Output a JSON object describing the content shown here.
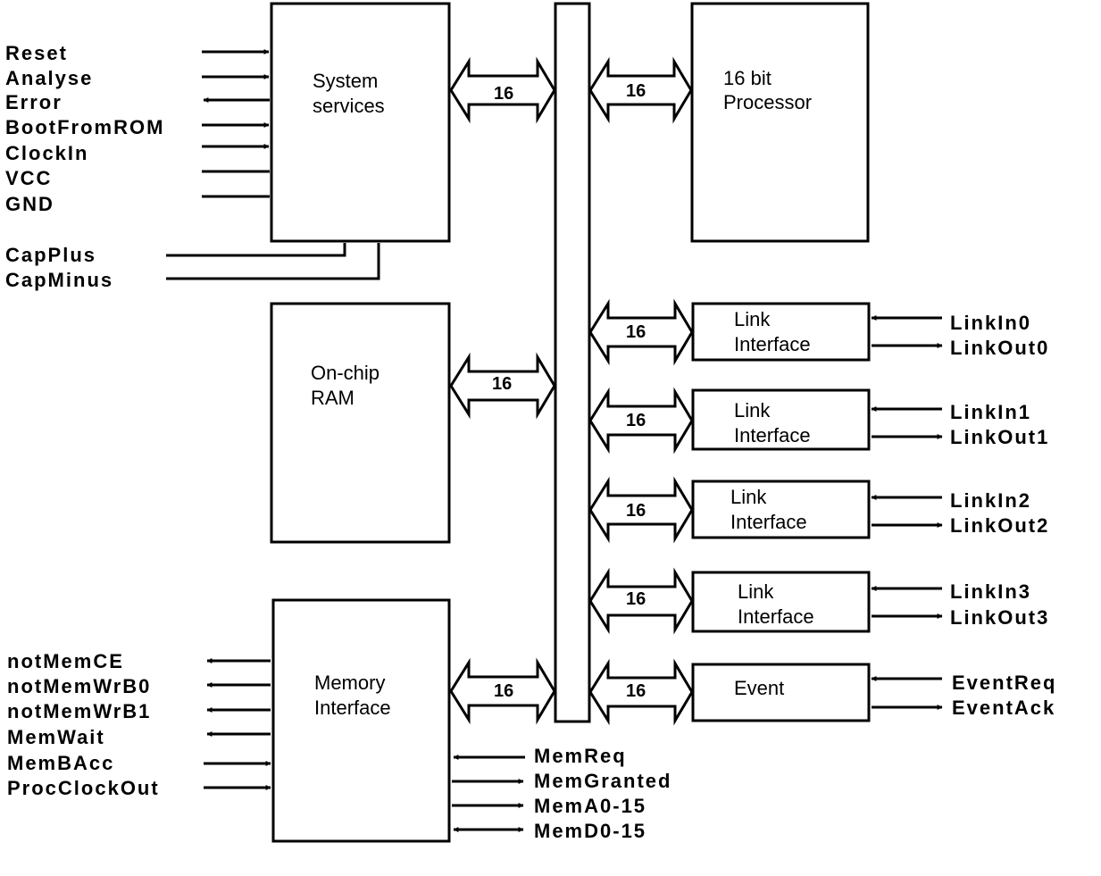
{
  "blocks": {
    "system_services": [
      "System",
      "services"
    ],
    "processor": [
      "16 bit",
      "Processor"
    ],
    "ram": [
      "On-chip",
      "RAM"
    ],
    "memory_interface": [
      "Memory",
      "Interface"
    ],
    "link_interface": [
      "Link",
      "Interface"
    ],
    "event": "Event"
  },
  "bus_width": "16",
  "system_pins": {
    "reset": "Reset",
    "analyse": "Analyse",
    "error": "Error",
    "boot_from_rom": "BootFromROM",
    "clock_in": "ClockIn",
    "vcc": "VCC",
    "gnd": "GND",
    "cap_plus": "CapPlus",
    "cap_minus": "CapMinus"
  },
  "link_pins": [
    {
      "in": "LinkIn0",
      "out": "LinkOut0"
    },
    {
      "in": "LinkIn1",
      "out": "LinkOut1"
    },
    {
      "in": "LinkIn2",
      "out": "LinkOut2"
    },
    {
      "in": "LinkIn3",
      "out": "LinkOut3"
    }
  ],
  "event_pins": {
    "req": "EventReq",
    "ack": "EventAck"
  },
  "memory_pins": {
    "not_mem_ce": "notMemCE",
    "not_mem_wr_b0": "notMemWrB0",
    "not_mem_wr_b1": "notMemWrB1",
    "mem_wait": "MemWait",
    "mem_bacc": "MemBAcc",
    "proc_clock_out": "ProcClockOut",
    "mem_req": "MemReq",
    "mem_granted": "MemGranted",
    "mem_a": "MemA0-15",
    "mem_d": "MemD0-15"
  }
}
